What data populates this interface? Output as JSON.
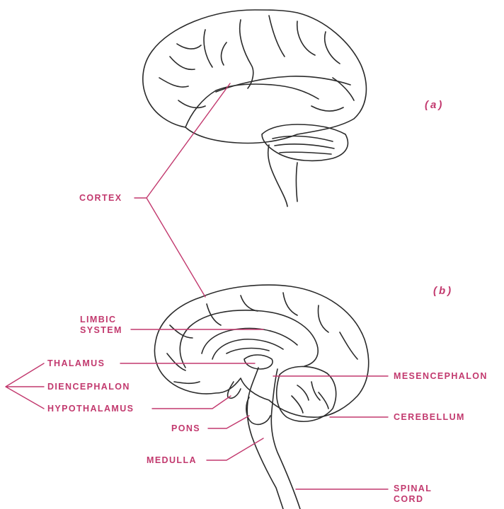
{
  "figure_labels": {
    "a": "(a)",
    "b": "(b)"
  },
  "labels": {
    "cortex": "CORTEX",
    "limbic_line1": "LIMBIC",
    "limbic_line2": "SYSTEM",
    "thalamus": "THALAMUS",
    "diencephalon": "DIENCEPHALON",
    "hypothalamus": "HYPOTHALAMUS",
    "pons": "PONS",
    "medulla": "MEDULLA",
    "mesencephalon": "MESENCEPHALON",
    "cerebellum": "CEREBELLUM",
    "spinal_line1": "SPINAL",
    "spinal_line2": "CORD"
  },
  "colors": {
    "label": "#c2396e",
    "drawing": "#2a2a2a",
    "background": "#ffffff"
  }
}
